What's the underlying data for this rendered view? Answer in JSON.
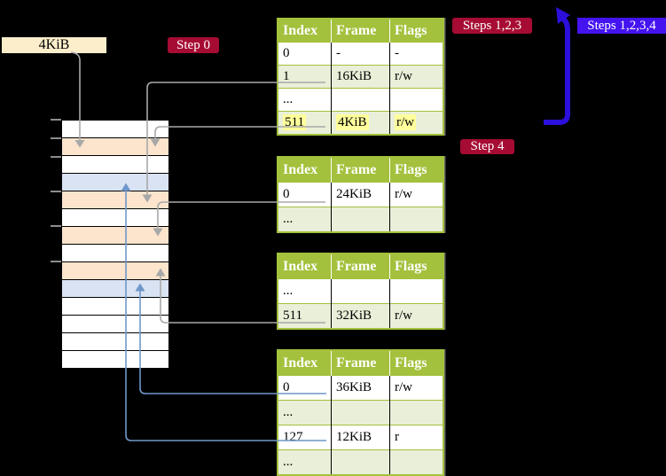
{
  "labels": {
    "frame_size": "4KiB",
    "step0": "Step 0",
    "steps123": "Steps 1,2,3",
    "steps1234": "Steps 1,2,3,4",
    "step4": "Step 4"
  },
  "colors": {
    "step_red": "#a60c33",
    "label_blue": "#4413f0",
    "arrow_blue": "#2b10dd",
    "header_green": "#a3c13c",
    "row_green": "#e9efd8",
    "highlight_yellow": "#ffff9b",
    "peach": "#fce4cd",
    "light_blue": "#dae3f3",
    "frame_label_beige": "#fceecb",
    "connector_gray": "#a8a8a8",
    "connector_blue": "#6f97ca"
  },
  "page_tables": [
    {
      "name": "page-table-1",
      "columns": [
        "Index",
        "Frame",
        "Flags"
      ],
      "rows": [
        {
          "cells": [
            "0",
            "-",
            "-"
          ],
          "shaded": false,
          "highlighted": false
        },
        {
          "cells": [
            "1",
            "16KiB",
            "r/w"
          ],
          "shaded": true,
          "highlighted": false
        },
        {
          "cells": [
            "...",
            "",
            ""
          ],
          "shaded": false,
          "highlighted": false
        },
        {
          "cells": [
            "511",
            "4KiB",
            "r/w"
          ],
          "shaded": true,
          "highlighted": true
        }
      ]
    },
    {
      "name": "page-table-2",
      "columns": [
        "Index",
        "Frame",
        "Flags"
      ],
      "rows": [
        {
          "cells": [
            "0",
            "24KiB",
            "r/w"
          ],
          "shaded": false,
          "highlighted": false
        },
        {
          "cells": [
            "...",
            "",
            ""
          ],
          "shaded": true,
          "highlighted": false
        }
      ]
    },
    {
      "name": "page-table-3",
      "columns": [
        "Index",
        "Frame",
        "Flags"
      ],
      "rows": [
        {
          "cells": [
            "...",
            "",
            ""
          ],
          "shaded": false,
          "highlighted": false
        },
        {
          "cells": [
            "511",
            "32KiB",
            "r/w"
          ],
          "shaded": true,
          "highlighted": false
        }
      ]
    },
    {
      "name": "page-table-4",
      "columns": [
        "Index",
        "Frame",
        "Flags"
      ],
      "rows": [
        {
          "cells": [
            "0",
            "36KiB",
            "r/w"
          ],
          "shaded": false,
          "highlighted": false
        },
        {
          "cells": [
            "...",
            "",
            ""
          ],
          "shaded": true,
          "highlighted": false
        },
        {
          "cells": [
            "127",
            "12KiB",
            "r"
          ],
          "shaded": false,
          "highlighted": false
        },
        {
          "cells": [
            "...",
            "",
            ""
          ],
          "shaded": true,
          "highlighted": false
        }
      ]
    }
  ],
  "memory_strip": {
    "rows": [
      "white",
      "peach",
      "white",
      "blue",
      "peach",
      "white",
      "peach",
      "white",
      "peach",
      "blue",
      "white",
      "white",
      "white",
      "white"
    ]
  }
}
